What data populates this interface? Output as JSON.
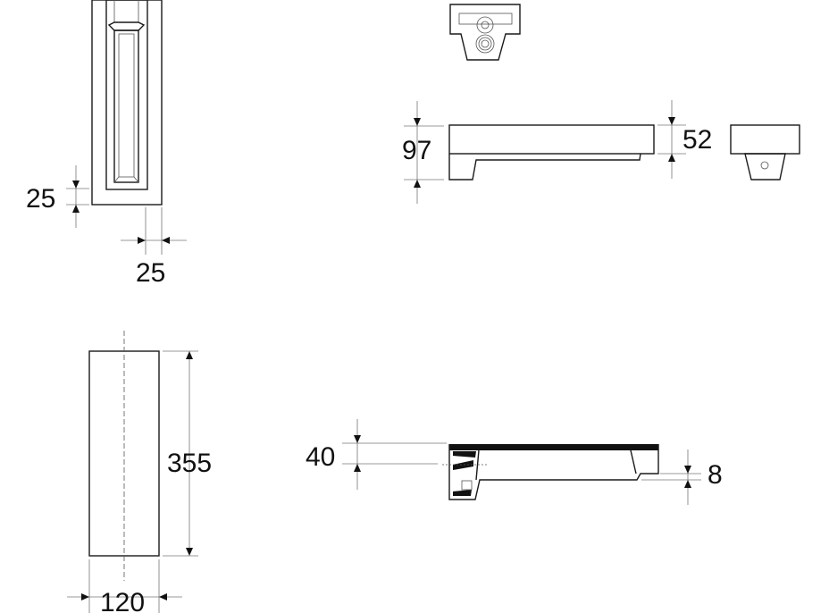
{
  "drawing": {
    "front_view": {
      "dim_bottom_margin": "25",
      "dim_side_margin": "25"
    },
    "side_view": {
      "dim_total_height": "97",
      "dim_body_height": "52"
    },
    "outline_view": {
      "dim_length": "355",
      "dim_width": "120"
    },
    "section_view": {
      "dim_height": "40",
      "dim_step": "8"
    }
  }
}
